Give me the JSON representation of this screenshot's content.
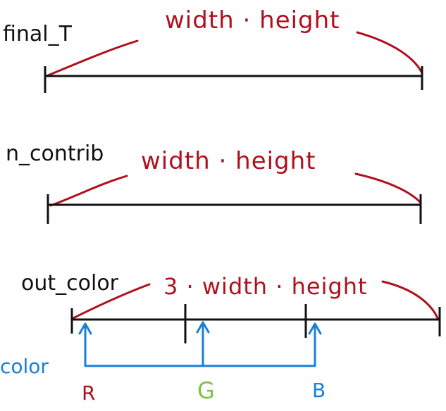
{
  "sections": [
    {
      "name": "final_T",
      "size_label": "width · height"
    },
    {
      "name": "n_contrib",
      "size_label": "width · height"
    },
    {
      "name": "out_color",
      "size_label": "3 · width · height"
    }
  ],
  "channels": {
    "bracket_label": "color",
    "r": "R",
    "g": "G",
    "b": "B"
  },
  "colors": {
    "ink": "#111111",
    "size": "#b0101e",
    "channel": "#1a7fd6",
    "green": "#7cc142"
  }
}
